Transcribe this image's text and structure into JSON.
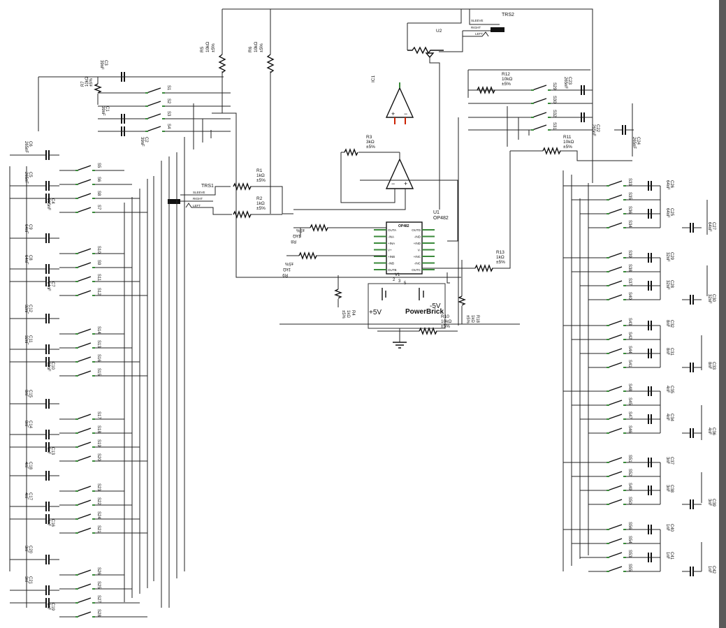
{
  "schematic": {
    "trs": [
      {
        "ref": "TRS1",
        "pins": [
          "SLEEVE",
          "RIGHT",
          "LEFT"
        ]
      },
      {
        "ref": "TRS2",
        "pins": [
          "SLEEVE",
          "RIGHT",
          "LEFT"
        ]
      }
    ],
    "u2": "U2",
    "ic1": "IC1",
    "u1": {
      "ref": "U1",
      "part": "OP482",
      "chip_label": "OP482",
      "left_pins": [
        "OUTA",
        "-INA",
        "+INA",
        "V+",
        "+INB",
        "-INB",
        "OUTB"
      ],
      "right_pins": [
        "OUTD",
        "-IND",
        "+IND",
        "V-",
        "+INC",
        "-INC",
        "OUTC"
      ]
    },
    "power": {
      "ref": "V1",
      "name": "PowerBrick",
      "pos": "+5V",
      "neg": "-5V",
      "pin_a": "2",
      "pin_b": "3",
      "pin_c": "5"
    },
    "resistors": [
      {
        "ref": "R5",
        "value": "10kΩ",
        "tol": "±5%"
      },
      {
        "ref": "R6",
        "value": "10kΩ",
        "tol": "±5%"
      },
      {
        "ref": "R7",
        "value": "10kΩ",
        "tol": "±5%"
      },
      {
        "ref": "R3",
        "value": "3kΩ",
        "tol": "±5%"
      },
      {
        "ref": "R1",
        "value": "1kΩ",
        "tol": "±5%"
      },
      {
        "ref": "R2",
        "value": "1kΩ",
        "tol": "±5%"
      },
      {
        "ref": "R8",
        "value": "1kΩ",
        "tol": "±5%"
      },
      {
        "ref": "R9",
        "value": "1kΩ",
        "tol": "±5%"
      },
      {
        "ref": "R4",
        "value": "1kΩ",
        "tol": "±5%"
      },
      {
        "ref": "R10",
        "value": "10kΩ",
        "tol": "±5%"
      },
      {
        "ref": "R18",
        "value": "1kΩ",
        "tol": "±5%"
      },
      {
        "ref": "R13",
        "value": "1kΩ",
        "tol": "±5%"
      },
      {
        "ref": "R12",
        "value": "10kΩ",
        "tol": "±5%"
      },
      {
        "ref": "R11",
        "value": "10kΩ",
        "tol": "±5%"
      }
    ],
    "left_caps": [
      {
        "ref": "C3",
        "value": "39nF"
      },
      {
        "ref": "C1",
        "value": "39nF"
      },
      {
        "ref": "C2",
        "value": "39nF"
      },
      {
        "ref": "C6",
        "value": "265nF"
      },
      {
        "ref": "C5",
        "value": "265nF"
      },
      {
        "ref": "C4",
        "value": "265nF"
      },
      {
        "ref": "C9",
        "value": "64nF"
      },
      {
        "ref": "C8",
        "value": "64nF"
      },
      {
        "ref": "C7",
        "value": "64nF"
      },
      {
        "ref": "C12",
        "value": "32nF"
      },
      {
        "ref": "C11",
        "value": "32nF"
      },
      {
        "ref": "C10",
        "value": "32nF"
      },
      {
        "ref": "C15",
        "value": "8nF"
      },
      {
        "ref": "C14",
        "value": "8nF"
      },
      {
        "ref": "C13",
        "value": "8nF"
      },
      {
        "ref": "C18",
        "value": "4nF"
      },
      {
        "ref": "C17",
        "value": "4nF"
      },
      {
        "ref": "C16",
        "value": "4nF"
      },
      {
        "ref": "C20",
        "value": "3nF"
      },
      {
        "ref": "C21",
        "value": "3nF"
      },
      {
        "ref": "C19",
        "value": "3nF"
      }
    ],
    "left_switches": [
      "S1",
      "S2",
      "S3",
      "S4",
      "S5",
      "S6",
      "S8",
      "S7",
      "S10",
      "S9",
      "S11",
      "S12",
      "S14",
      "S13",
      "S16",
      "S15",
      "S17",
      "S18",
      "S19",
      "S20",
      "S23",
      "S22",
      "S24",
      "S21",
      "S26",
      "S25",
      "S27",
      "S28"
    ],
    "right_caps": [
      {
        "ref": "C23",
        "value": "265nF"
      },
      {
        "ref": "C22",
        "value": "265nF"
      },
      {
        "ref": "C24",
        "value": "265nF"
      },
      {
        "ref": "C26",
        "value": "64nF"
      },
      {
        "ref": "C25",
        "value": "64nF"
      },
      {
        "ref": "C27",
        "value": "64nF"
      },
      {
        "ref": "C29",
        "value": "32nF"
      },
      {
        "ref": "C28",
        "value": "32nF"
      },
      {
        "ref": "C30",
        "value": "32nF"
      },
      {
        "ref": "C32",
        "value": "8nF"
      },
      {
        "ref": "C31",
        "value": "8nF"
      },
      {
        "ref": "C33",
        "value": "8nF"
      },
      {
        "ref": "C35",
        "value": "4nF"
      },
      {
        "ref": "C34",
        "value": "4nF"
      },
      {
        "ref": "C36",
        "value": "4nF"
      },
      {
        "ref": "C37",
        "value": "3nF"
      },
      {
        "ref": "C38",
        "value": "3nF"
      },
      {
        "ref": "C39",
        "value": "3nF"
      },
      {
        "ref": "C40",
        "value": "1nF"
      },
      {
        "ref": "C41",
        "value": "1nF"
      },
      {
        "ref": "C42",
        "value": "1nF"
      }
    ],
    "right_switches_top": [
      "S29",
      "S30",
      "S32",
      "S31"
    ],
    "right_switches": [
      "S33",
      "S35",
      "S36",
      "S34",
      "S39",
      "S38",
      "S37",
      "S40",
      "S43",
      "S42",
      "S44",
      "S41",
      "S48",
      "S45",
      "S47",
      "S46",
      "S51",
      "S52",
      "S49",
      "S50",
      "S56",
      "S54",
      "S53",
      "S55"
    ]
  }
}
